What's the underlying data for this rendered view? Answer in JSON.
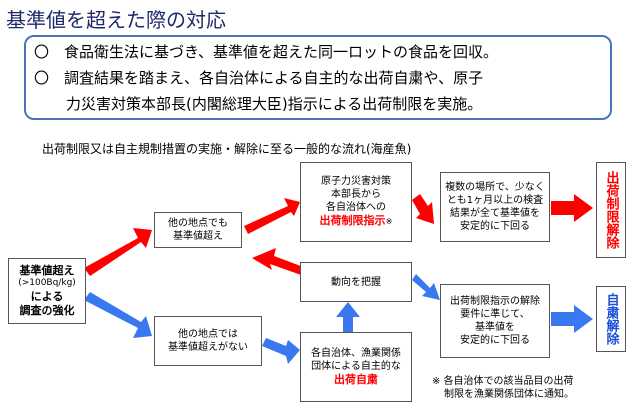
{
  "title": "基準値を超えた際の対応",
  "summary": {
    "line1": "〇　食品衛生法に基づき、基準値を超えた同一ロットの食品を回収。",
    "line2": "〇　調査結果を踏まえ、各自治体による自主的な出荷自粛や、原子",
    "line3": "力災害対策本部長(内閣総理大臣)指示による出荷制限を実施。"
  },
  "subtitle": "出荷制限又は自主規制措置の実施・解除に至る一般的な流れ(海産魚)",
  "start": {
    "line1": "基準値超え",
    "line2": "(>100Bq/kg)",
    "line3": "による",
    "line4": "調査の強化"
  },
  "other_exceed": {
    "line1": "他の地点でも",
    "line2": "基準値超え"
  },
  "other_not_exceed": {
    "line1": "他の地点では",
    "line2": "基準値超えがない"
  },
  "directive": {
    "line1": "原子力災害対策",
    "line2": "本部長から",
    "line3": "各自治体への",
    "highlight": "出荷制限指示",
    "mark": "※"
  },
  "monitor": {
    "label": "動向を把握"
  },
  "self_restraint": {
    "line1": "各自治体、漁業関係",
    "line2": "団体による自主的な",
    "highlight": "出荷自粛"
  },
  "lift_condition": {
    "line1": "複数の場所で、少なく",
    "line2": "とも1ヶ月以上の検査",
    "line3": "結果が全て基準値を",
    "line4": "安定的に下回る"
  },
  "lift_directive_condition": {
    "line1": "出荷制限指示の解除",
    "line2": "要件に準じて、",
    "line3": "基準値を",
    "line4": "安定的に下回る"
  },
  "result_restriction": "出荷制限解除",
  "result_self": "自粛解除",
  "note": {
    "line1": "※ 各自治体での該当品目の出荷",
    "line2": "制限を漁業関係団体に通知。"
  },
  "colors": {
    "red": "#ff0000",
    "blue": "#3a78f0",
    "title": "#1f2a6b",
    "frame": "#4a74b8"
  }
}
